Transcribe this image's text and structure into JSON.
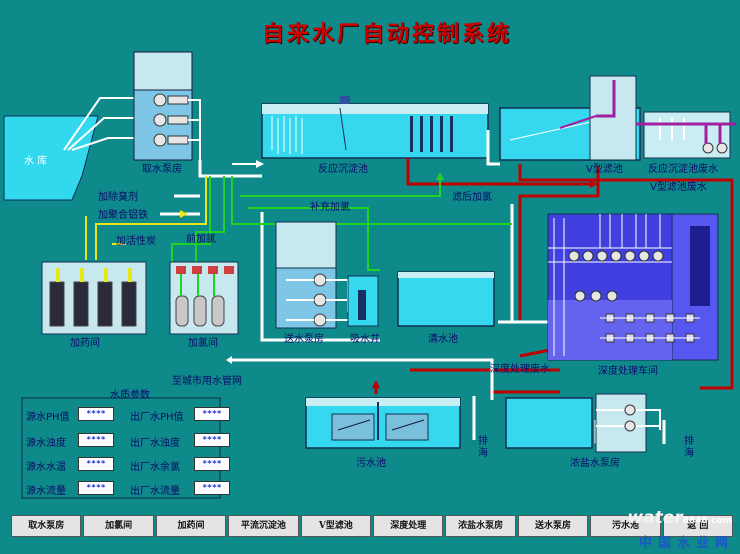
{
  "title": "自来水厂自动控制系统",
  "labels": {
    "reservoir": "水 库",
    "intake_pump": "取水泵房",
    "reaction_tank": "反应沉淀池",
    "v_filter": "V型滤池",
    "reaction_waste": "反应沉淀池废水",
    "vfilter_waste": "V型滤池废水",
    "ozone": "加除臭剂",
    "pac": "加聚合铝铁",
    "carbon": "加活性炭",
    "pre_cl": "前加氯",
    "post_cl": "滤后加氯",
    "supp_cl": "补充加氯",
    "dosing_room": "加药间",
    "chlor_room": "加氯间",
    "send_pump": "送水泵房",
    "suction_well": "吸水井",
    "clear_water": "清水池",
    "to_network": "至城市用水管网",
    "deep_waste": "深度处理废水",
    "deep_room": "深度处理车间",
    "sewage_pool": "污水池",
    "brine_pump": "浓盐水泵房",
    "discharge1": "排海",
    "discharge2": "排海"
  },
  "params": {
    "title": "水质参数",
    "items": [
      {
        "label": "源水PH值",
        "value": "****"
      },
      {
        "label": "源水浊度",
        "value": "****"
      },
      {
        "label": "源水水温",
        "value": "****"
      },
      {
        "label": "源水流量",
        "value": "****"
      },
      {
        "label": "出厂水PH值",
        "value": "****"
      },
      {
        "label": "出厂水浊度",
        "value": "****"
      },
      {
        "label": "出厂水余氯",
        "value": "****"
      },
      {
        "label": "出厂水流量",
        "value": "****"
      }
    ]
  },
  "nav": [
    "取水泵房",
    "加氯间",
    "加药间",
    "平流沉淀池",
    "V型滤池",
    "深度处理",
    "浓盐水泵房",
    "送水泵房",
    "污水池",
    "返 回"
  ],
  "watermark": {
    "line1": "water",
    "line2": "8848.com",
    "line3": "中国水业网"
  },
  "colors": {
    "background": "#0f8a8a",
    "water": "#2fd6ef",
    "title": "#cc0000",
    "pipe_red": "#c00000",
    "pipe_green": "#22d122",
    "pipe_yellow": "#e8e817"
  }
}
